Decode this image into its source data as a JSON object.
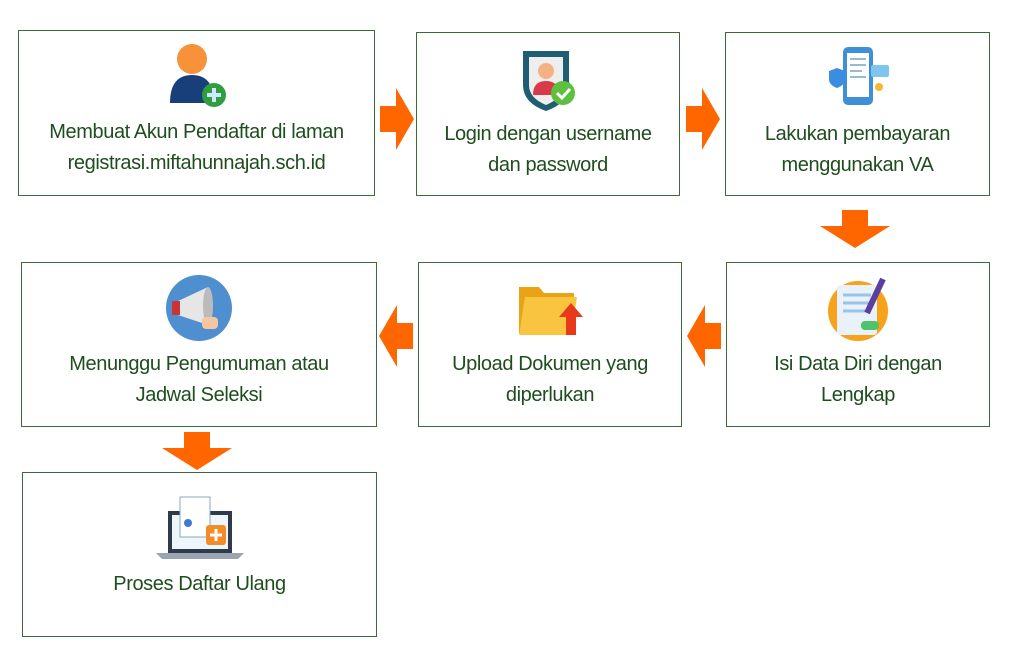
{
  "steps": [
    {
      "line1": "Membuat Akun Pendaftar di laman",
      "line2": "registrasi.miftahunnajah.sch.id",
      "icon": "add-user-icon"
    },
    {
      "line1": "Login dengan username",
      "line2": "dan password",
      "icon": "secure-user-icon"
    },
    {
      "line1": "Lakukan pembayaran",
      "line2": "menggunakan VA",
      "icon": "mobile-payment-icon"
    },
    {
      "line1": "Isi Data Diri dengan",
      "line2": "Lengkap",
      "icon": "form-fill-icon"
    },
    {
      "line1": "Upload Dokumen yang",
      "line2": "diperlukan",
      "icon": "folder-upload-icon"
    },
    {
      "line1": "Menunggu Pengumuman atau",
      "line2": "Jadwal Seleksi",
      "icon": "megaphone-icon"
    },
    {
      "line1": "Proses Daftar Ulang",
      "line2": "",
      "icon": "laptop-register-icon"
    }
  ],
  "colors": {
    "arrow": "#ff6600",
    "border": "#3a6b3a",
    "text": "#1e4d1e"
  }
}
